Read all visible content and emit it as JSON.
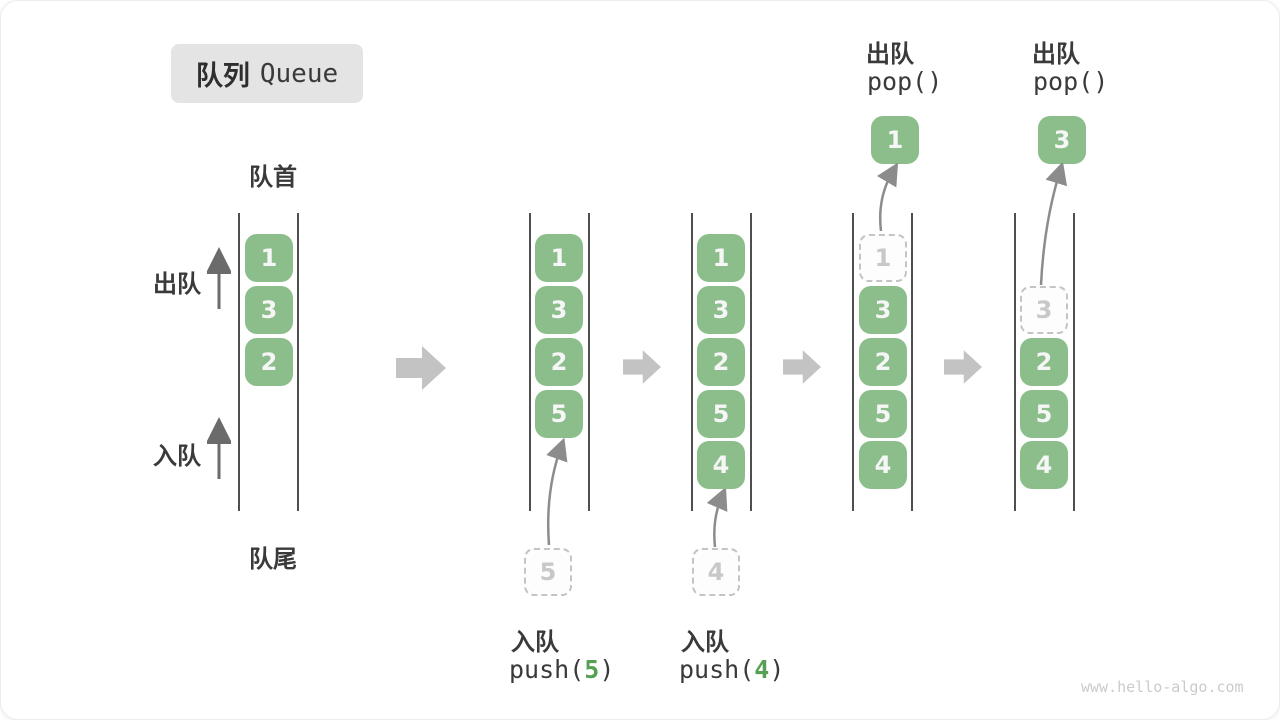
{
  "title": {
    "zh": "队列",
    "en": "Queue"
  },
  "labels": {
    "front": "队首",
    "rear": "队尾",
    "dequeue": "出队",
    "enqueue": "入队"
  },
  "states": [
    {
      "boxes": [
        "1",
        "3",
        "2"
      ]
    },
    {
      "boxes": [
        "1",
        "3",
        "2",
        "5"
      ],
      "incoming": "5",
      "op": {
        "zh": "入队",
        "pre": "push(",
        "arg": "5",
        "post": ")"
      }
    },
    {
      "boxes": [
        "1",
        "3",
        "2",
        "5",
        "4"
      ],
      "incoming": "4",
      "op": {
        "zh": "入队",
        "pre": "push(",
        "arg": "4",
        "post": ")"
      }
    },
    {
      "dashed": "1",
      "boxes": [
        "3",
        "2",
        "5",
        "4"
      ],
      "popped": "1",
      "op": {
        "zh": "出队",
        "code": "pop()"
      }
    },
    {
      "dashed": "3",
      "boxes": [
        "2",
        "5",
        "4"
      ],
      "popped": "3",
      "op": {
        "zh": "出队",
        "code": "pop()"
      }
    }
  ],
  "watermark": "www.hello-algo.com",
  "colors": {
    "box_green": "#8cbe8c",
    "box_text": "#f6f6f6",
    "accent_green": "#55a055",
    "dashed_border": "#c4c4c4",
    "dashed_text": "#c8c8c8",
    "line": "#4f4f4f",
    "text": "#3a3a3a",
    "block_arrow": "#c3c3c3",
    "curve_arrow": "#8c8c8c",
    "title_bg": "#e4e4e4",
    "watermark": "#cbcbcb"
  }
}
